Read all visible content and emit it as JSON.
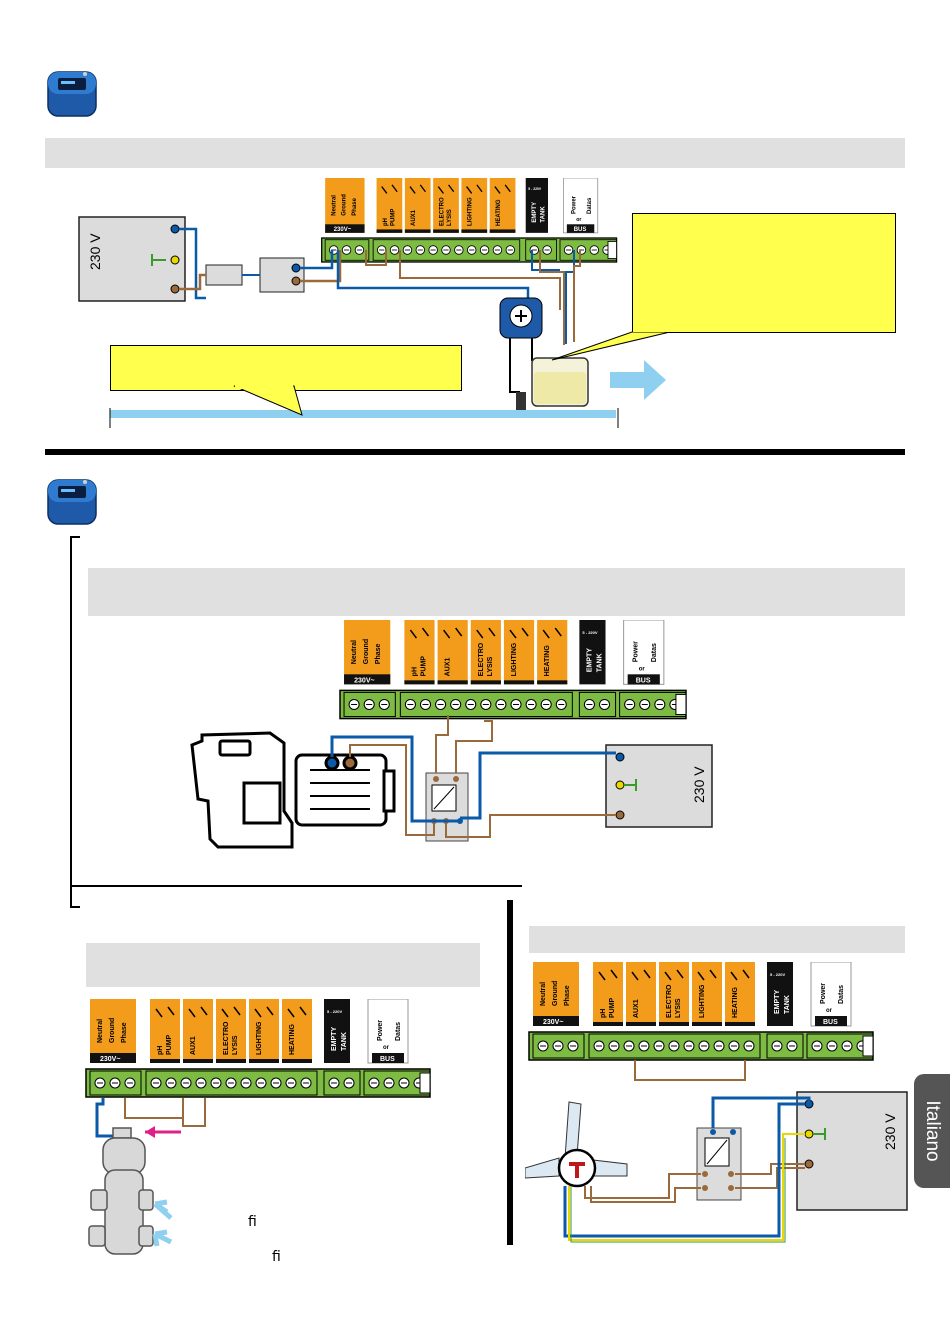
{
  "colors": {
    "terminal_green": "#7dbb42",
    "relay_orange": "#f39c1c",
    "wire_blue": "#0a5aa8",
    "wire_brown": "#9a6a3a",
    "water_blue": "#8fd0f0",
    "callout_yellow": "#ffff4d",
    "tab_grey": "#555555",
    "header_grey": "#e0e0e0",
    "ground_yellow": "#e8d800",
    "ground_green": "#3a9a2a",
    "inlet_magenta": "#e0208a"
  },
  "icons": [
    "controller-device-icon",
    "pump-icon",
    "relay-icon",
    "valve-icon",
    "peristaltic-pump-icon",
    "tank-icon",
    "electrolysis-cell-icon",
    "arrow-icon"
  ],
  "connector": {
    "labels": {
      "neutral": "Neutral",
      "ground": "Ground",
      "phase": "Phase",
      "mains": "230V~",
      "ph_pump_1": "pH",
      "ph_pump_2": "PUMP",
      "aux1": "AUX1",
      "electro_1": "ELECTRO",
      "electro_2": "LYSIS",
      "lighting": "LIGHTING",
      "heating": "HEATING",
      "empty_1": "EMPTY",
      "empty_2": "TANK",
      "voltage_small": "5 - 220V",
      "power": "Power",
      "datas": "Datas",
      "or": "or",
      "bus": "BUS"
    }
  },
  "supply": {
    "voltage": "230 V"
  },
  "side_tab": {
    "language": "Italiano"
  },
  "stray_glyphs": {
    "g1": "ﬁ",
    "g2": "ﬁ"
  }
}
